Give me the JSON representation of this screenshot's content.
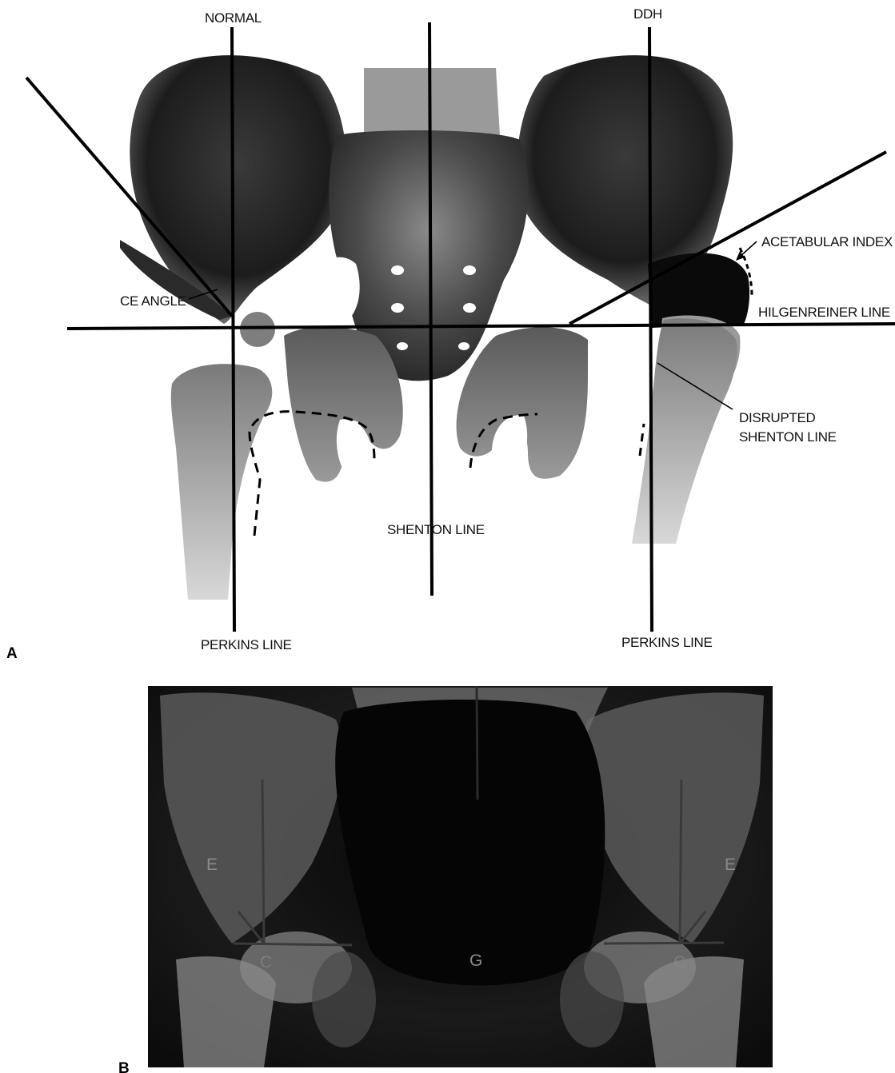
{
  "panel_a": {
    "letter": "A",
    "labels": {
      "normal": "NORMAL",
      "ddh": "DDH",
      "acetabular_index": "ACETABULAR INDEX",
      "ce_angle": "CE ANGLE",
      "hilgenreiner_line": "HILGENREINER LINE",
      "disrupted_shenton_1": "DISRUPTED",
      "disrupted_shenton_2": "SHENTON LINE",
      "shenton_line": "SHENTON LINE",
      "perkins_left": "PERKINS LINE",
      "perkins_right": "PERKINS LINE"
    }
  },
  "panel_b": {
    "letter": "B",
    "labels": {
      "e_left": "E",
      "e_right": "E",
      "g_center": "G",
      "c_left": "C",
      "c_right": "C"
    }
  },
  "colors": {
    "line": "#000000",
    "bone_dark": "#1a1a1a",
    "bone_mid": "#6e6e6e",
    "bone_light": "#b8b8b8",
    "xray_bg": "#0a0a0a"
  }
}
